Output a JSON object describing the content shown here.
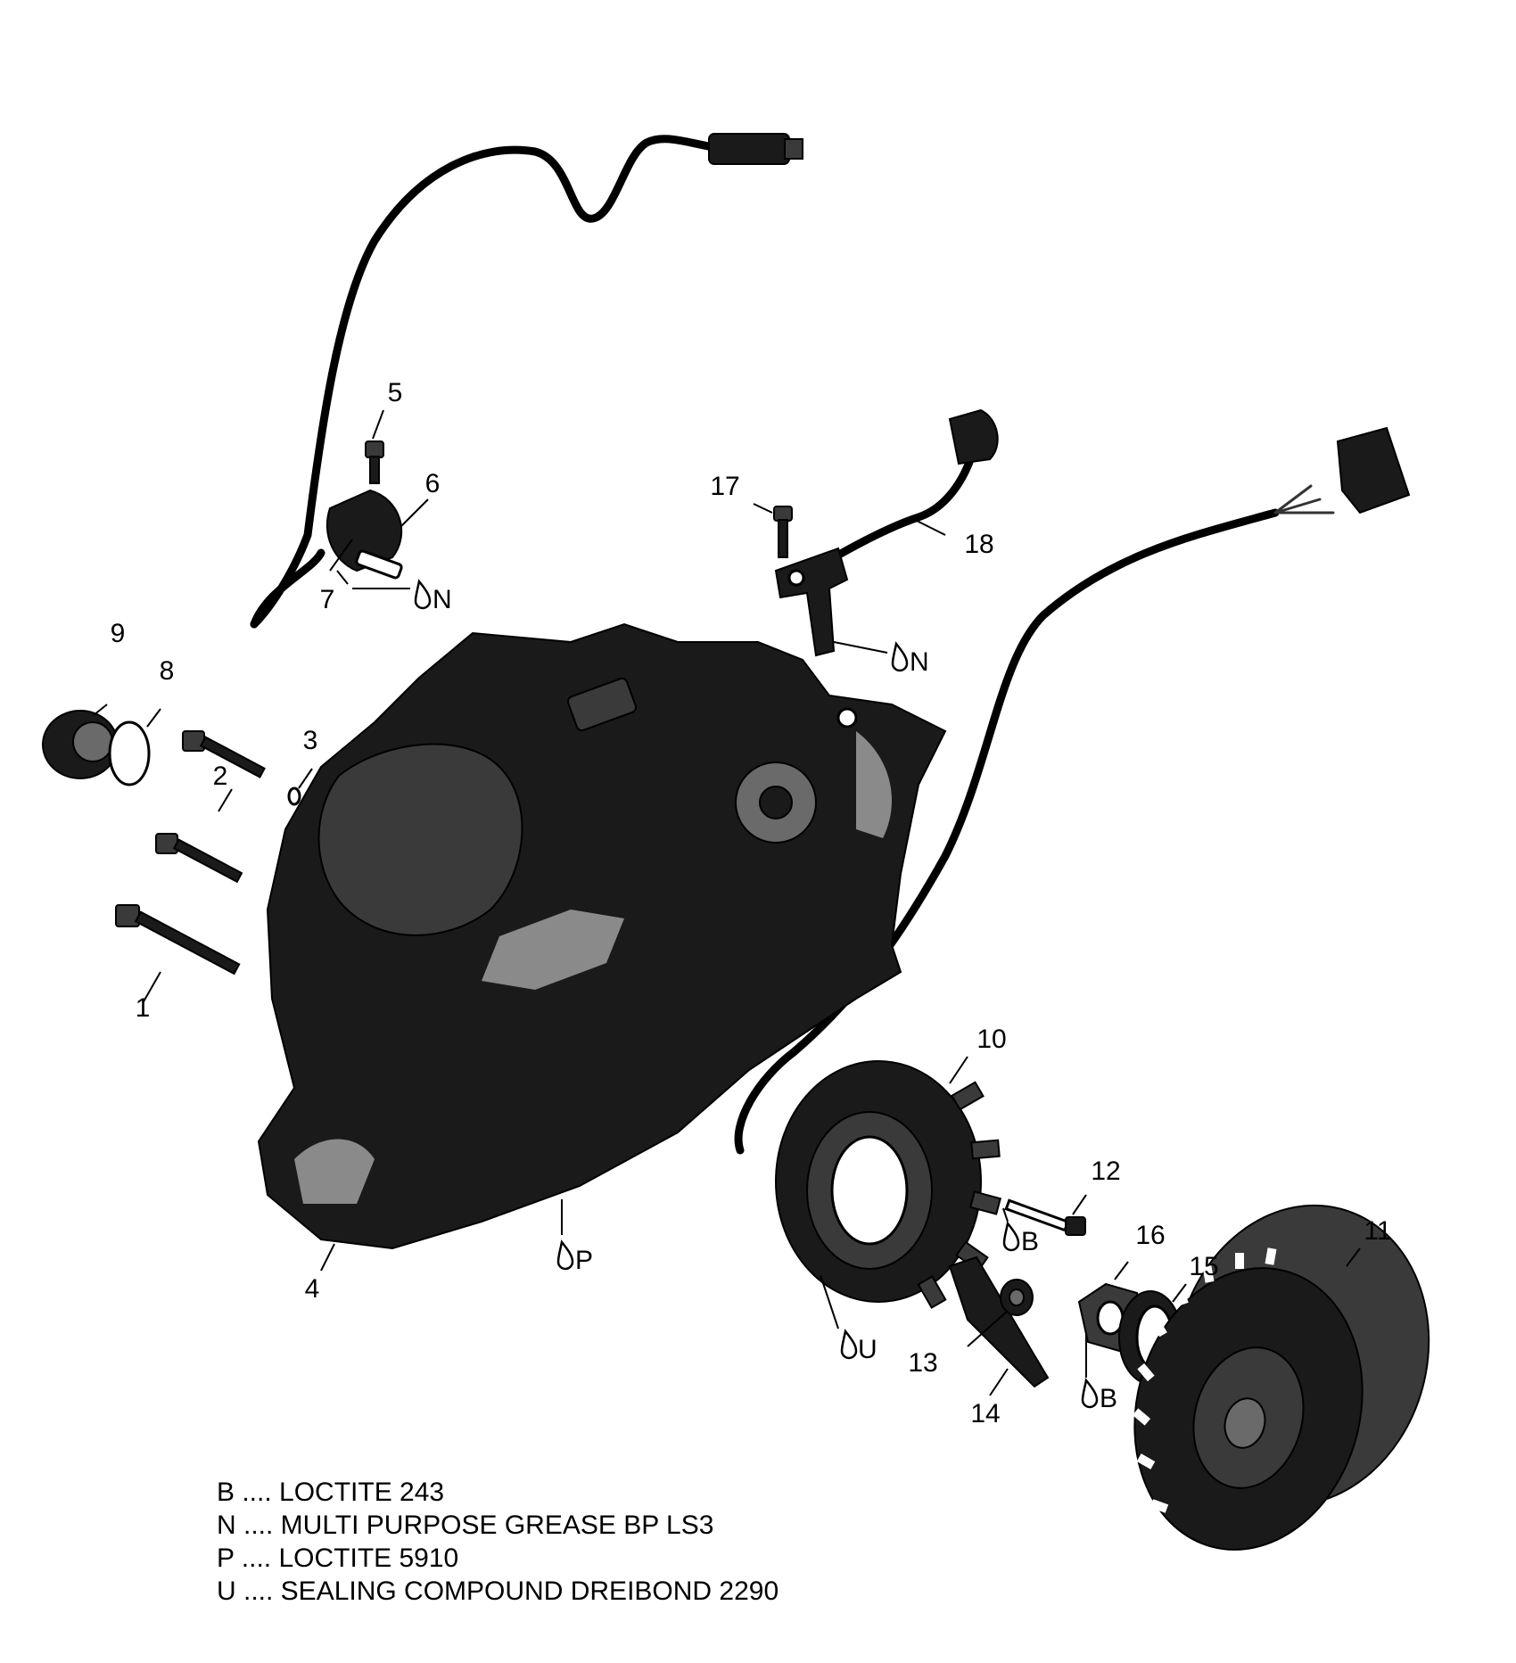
{
  "callouts": [
    {
      "id": "1",
      "text": "1"
    },
    {
      "id": "2",
      "text": "2"
    },
    {
      "id": "3",
      "text": "3"
    },
    {
      "id": "4",
      "text": "4"
    },
    {
      "id": "5",
      "text": "5"
    },
    {
      "id": "6",
      "text": "6"
    },
    {
      "id": "7",
      "text": "7"
    },
    {
      "id": "8",
      "text": "8"
    },
    {
      "id": "9",
      "text": "9"
    },
    {
      "id": "10",
      "text": "10"
    },
    {
      "id": "11",
      "text": "11"
    },
    {
      "id": "12",
      "text": "12"
    },
    {
      "id": "13",
      "text": "13"
    },
    {
      "id": "14",
      "text": "14"
    },
    {
      "id": "15",
      "text": "15"
    },
    {
      "id": "16",
      "text": "16"
    },
    {
      "id": "17",
      "text": "17"
    },
    {
      "id": "18",
      "text": "18"
    }
  ],
  "material_markers": [
    {
      "id": "n1",
      "code": "N"
    },
    {
      "id": "n2",
      "code": "N"
    },
    {
      "id": "p1",
      "code": "P"
    },
    {
      "id": "u1",
      "code": "U"
    },
    {
      "id": "b1",
      "code": "B"
    },
    {
      "id": "b2",
      "code": "B"
    }
  ],
  "legend": [
    {
      "code": "B",
      "text": "B .... LOCTITE 243"
    },
    {
      "code": "N",
      "text": "N .... MULTI PURPOSE GREASE BP LS3"
    },
    {
      "code": "P",
      "text": "P .... LOCTITE 5910"
    },
    {
      "code": "U",
      "text": "U .... SEALING COMPOUND DREIBOND 2290"
    }
  ],
  "colors": {
    "ink": "#000000",
    "part_dark": "#1a1a1a",
    "background": "#ffffff"
  },
  "icons": {
    "marker": "droplet-icon"
  }
}
